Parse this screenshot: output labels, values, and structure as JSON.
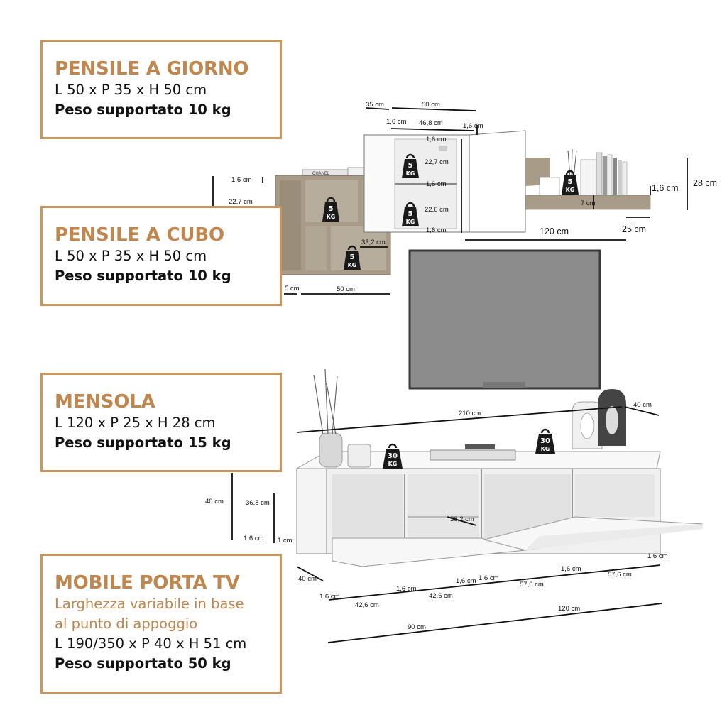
{
  "spec_boxes": [
    {
      "title": "PENSILE A GIORNO",
      "dims": "L 50 x P 35 x H 50 cm",
      "weight": "Peso supportato 10 kg"
    },
    {
      "title": "PENSILE A CUBO",
      "dims": "L 50 x P 35 x H 50 cm",
      "weight": "Peso supportato 10 kg"
    },
    {
      "title": "MENSOLA",
      "dims": "L 120 x P 25 x H 28 cm",
      "weight": "Peso supportato 15 kg"
    },
    {
      "title": "MOBILE PORTA TV",
      "note_line1": "Larghezza variabile in base",
      "note_line2": "al punto di appoggio",
      "dims": "L 190/350 x P 40 x H 51 cm",
      "weight": "Peso supportato 50 kg"
    }
  ],
  "weight_badges": {
    "five": {
      "num": "5",
      "unit": "KG"
    },
    "thirty": {
      "num": "30",
      "unit": "KG"
    }
  },
  "product_text": {
    "book": "CHANEL"
  },
  "dimensions": {
    "giorno_depth": "35 cm",
    "giorno_width": "50 cm",
    "giorno_inner_width": "46,8 cm",
    "giorno_side_left": "1,6 cm",
    "giorno_side_right": "1,6 cm",
    "giorno_top": "1,6 cm",
    "giorno_h1": "22,7 cm",
    "giorno_mid": "1,6 cm",
    "giorno_h2": "22,6 cm",
    "giorno_bottom": "1,6 cm",
    "cubo_top": "1,6 cm",
    "cubo_h": "22,7 cm",
    "cubo_inner": "33,2 cm",
    "cubo_depth": "5 cm",
    "cubo_width": "50 cm",
    "mensola_thick": "1,6 cm",
    "mensola_h": "28 cm",
    "mensola_lip": "7 cm",
    "mensola_width": "120 cm",
    "mensola_depth": "25 cm",
    "tv_total": "210 cm",
    "tv_depth_top": "40 cm",
    "tv_height": "40 cm",
    "tv_inner_h": "36,8 cm",
    "tv_bottom": "1,6 cm",
    "tv_leg": "1 cm",
    "tv_shelf": "36,2 cm",
    "tv_depth_bottom": "40 cm",
    "b_s1": "1,6 cm",
    "b_c1": "42,6 cm",
    "b_s2": "1,6 cm",
    "b_c2": "42,6 cm",
    "b_s3": "1,6 cm",
    "b_s4": "1,6 cm",
    "b_c3": "57,6 cm",
    "b_s5": "1,6 cm",
    "b_c4": "57,6 cm",
    "b_s6": "1,6 cm",
    "b_90": "90 cm",
    "b_120": "120 cm"
  },
  "colors": {
    "accent": "#c8955c",
    "title": "#bf874e",
    "wood": "#a89c88",
    "tv": "#8c8c8c"
  }
}
